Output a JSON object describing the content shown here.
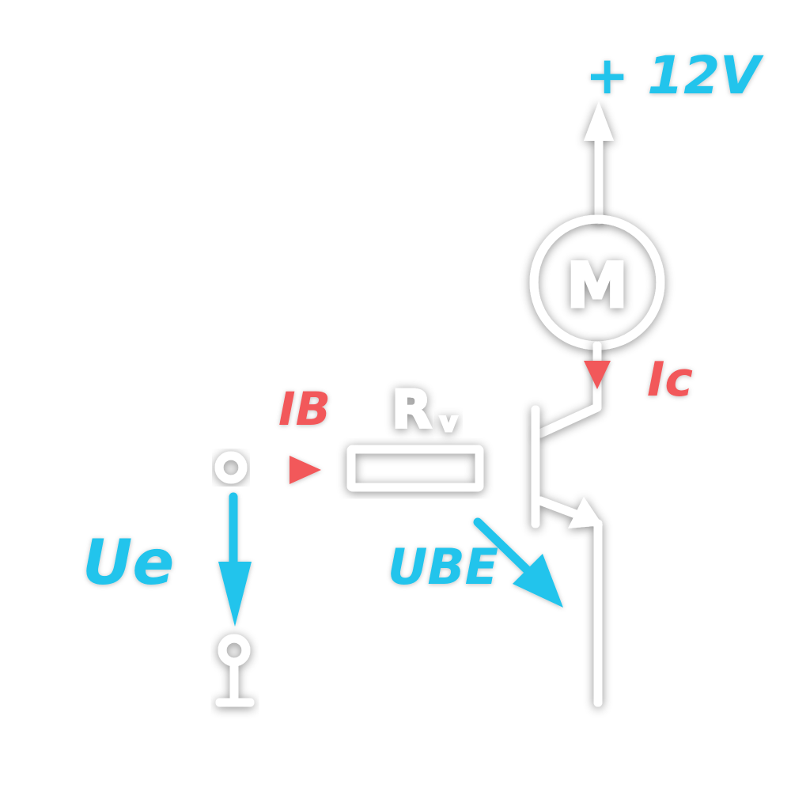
{
  "colors": {
    "wire": "#ffffff",
    "current": "#f2595a",
    "voltage": "#20c4ec",
    "background": "#ffffff"
  },
  "labels": {
    "supply": "+ 12V",
    "motor": "M",
    "collector_current": "Ic",
    "base_current": "IB",
    "resistor": "Rv",
    "input_voltage": "Ue",
    "base_emitter_voltage": "UBE"
  }
}
